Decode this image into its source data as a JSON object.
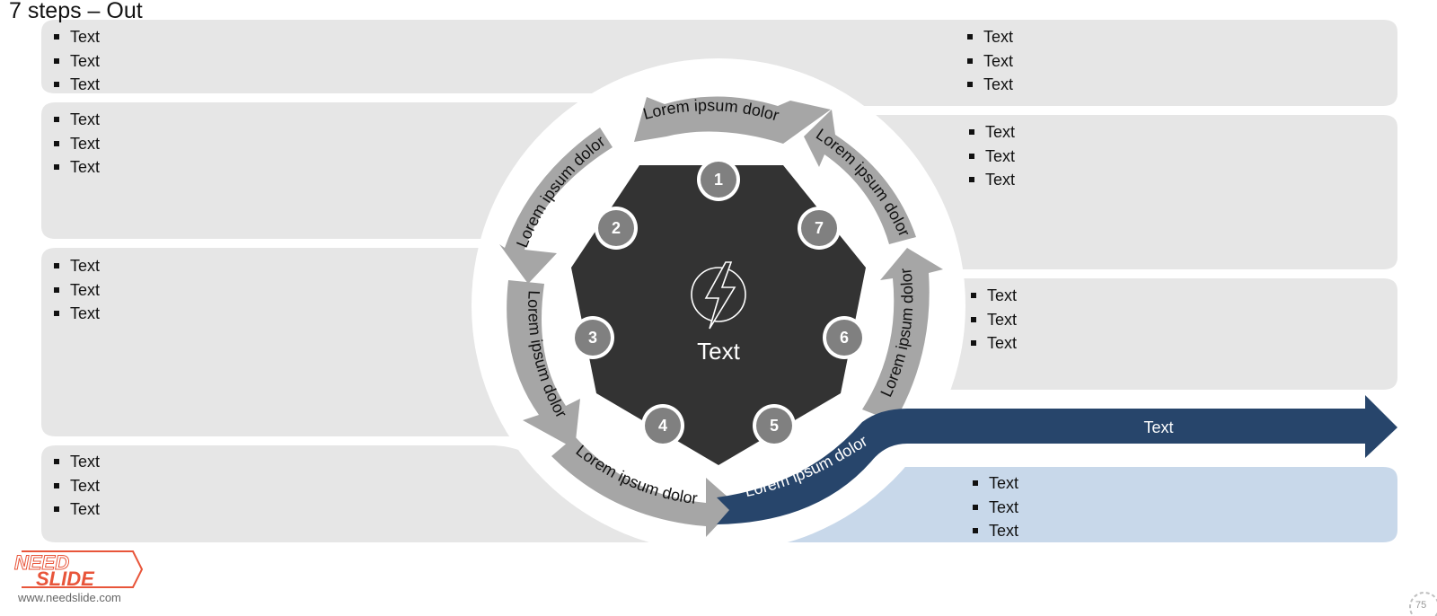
{
  "slide": {
    "title": "7 steps – Out",
    "center_label": "Text",
    "arrow_label": "Text",
    "ring_labels": [
      "Lorem ipsum dolor",
      "Lorem ipsum dolor",
      "Lorem ipsum dolor",
      "Lorem ipsum dolor",
      "Lorem ipsum dolor",
      "Lorem ipsum dolor",
      "Lorem ipsum dolor"
    ],
    "step_numbers": [
      "1",
      "2",
      "3",
      "4",
      "5",
      "6",
      "7"
    ],
    "left_panels": [
      {
        "items": [
          "Text",
          "Text",
          "Text"
        ]
      },
      {
        "items": [
          "Text",
          "Text",
          "Text"
        ]
      },
      {
        "items": [
          "Text",
          "Text",
          "Text"
        ]
      },
      {
        "items": [
          "Text",
          "Text",
          "Text"
        ]
      }
    ],
    "right_panels": [
      {
        "items": [
          "Text",
          "Text",
          "Text"
        ]
      },
      {
        "items": [
          "Text",
          "Text",
          "Text"
        ]
      },
      {
        "items": [
          "Text",
          "Text",
          "Text"
        ]
      },
      {
        "items": [
          "Text",
          "Text",
          "Text"
        ]
      }
    ]
  },
  "logo": {
    "line1": "NEED",
    "line2": "SLIDE",
    "url": "www.needslide.com"
  },
  "page_number": "75",
  "colors": {
    "panel": "#e6e6e6",
    "panel_highlight": "#c8d8ea",
    "ring_arrow": "#a6a6a6",
    "accent_navy": "#27456b",
    "center_dark": "#333333",
    "step_circle": "#808080"
  }
}
